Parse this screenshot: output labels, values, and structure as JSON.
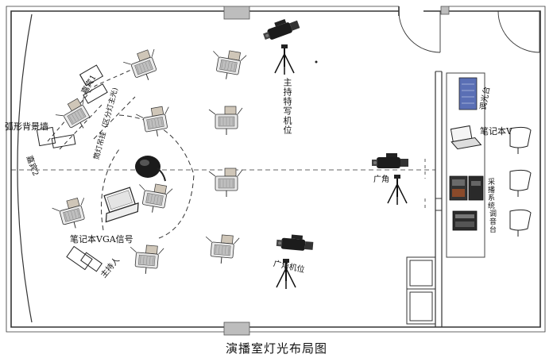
{
  "caption": "演播室灯光布局图",
  "labels": {
    "curved_backdrop": "弧形背景墙",
    "guest_1": "嘉宾1",
    "guest_2": "嘉宾2",
    "vga_note": "筒灯吊挂（区分灯主光)",
    "host_camera": "主持特写机位",
    "wide_camera": "广角",
    "wide_camera_2": "广角机位",
    "laptop_vga": "笔记本VGA信号",
    "host": "主持人",
    "lighting_console": "调光台",
    "laptop_v": "笔记本V",
    "video_switcher": "采播系统",
    "audio_console": "调音台"
  },
  "icons": {
    "fresnel_light": "fresnel-light-icon",
    "camera": "video-camera-icon",
    "tripod": "tripod-icon",
    "laptop": "laptop-icon",
    "microphone": "microphone-icon",
    "chair": "chair-icon",
    "rack": "equipment-rack-icon"
  }
}
